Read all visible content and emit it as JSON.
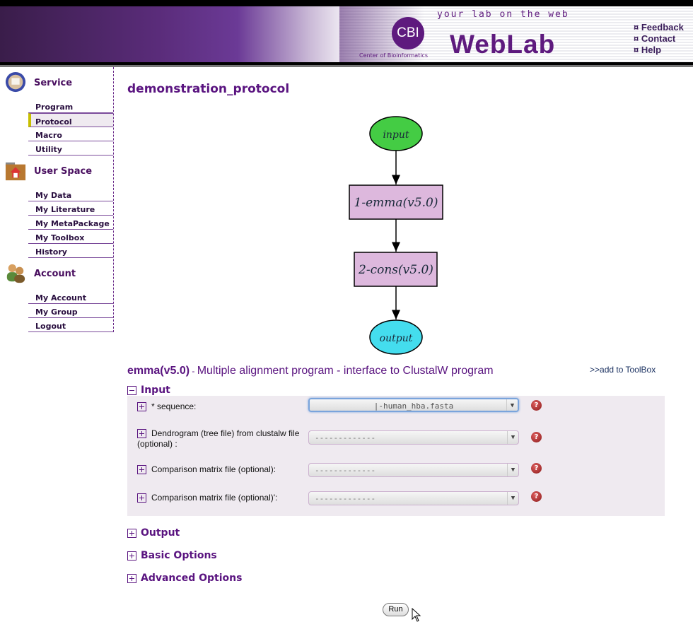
{
  "header": {
    "logo_text": "CBI",
    "ring_text": "Center of Bioinformatics",
    "tagline": "your lab on the web",
    "app_name": "WebLab",
    "links": [
      {
        "bullet": "¤",
        "label": "Feedback"
      },
      {
        "bullet": "¤",
        "label": "Contact"
      },
      {
        "bullet": "¤",
        "label": "Help"
      }
    ]
  },
  "sidebar": {
    "sections": [
      {
        "title": "Service",
        "icon": "service-icon",
        "items": [
          "Program",
          "Protocol",
          "Macro",
          "Utility"
        ],
        "active": "Protocol"
      },
      {
        "title": "User Space",
        "icon": "folder-home-icon",
        "items": [
          "My Data",
          "My Literature",
          "My MetaPackage",
          "My Toolbox",
          "History"
        ]
      },
      {
        "title": "Account",
        "icon": "users-icon",
        "items": [
          "My Account",
          "My Group",
          "Logout"
        ]
      }
    ]
  },
  "main": {
    "title": "demonstration_protocol",
    "flow": {
      "nodes": [
        "input",
        "1-emma(v5.0)",
        "2-cons(v5.0)",
        "output"
      ],
      "colors": {
        "input": "#44cc44",
        "step": "#ddb8dd",
        "output": "#44ddee"
      }
    },
    "program": {
      "name": "emma(v5.0)",
      "sep": " - ",
      "description": "Multiple alignment program - interface to ClustalW program",
      "add_link": ">>add to ToolBox"
    },
    "input_section": "Input",
    "params": [
      {
        "label": "* sequence:",
        "value": "|-human_hba.fasta"
      },
      {
        "label": "Dendrogram (tree file) from clustalw file (optional) :",
        "value": "-------------"
      },
      {
        "label": "Comparison matrix file (optional):",
        "value": "-------------"
      },
      {
        "label": "Comparison matrix file (optional)':",
        "value": "-------------"
      }
    ],
    "help_glyph": "?",
    "dropdown_glyph": "▼",
    "sections": [
      "Output",
      "Basic Options",
      "Advanced Options"
    ],
    "run_label": "Run"
  }
}
